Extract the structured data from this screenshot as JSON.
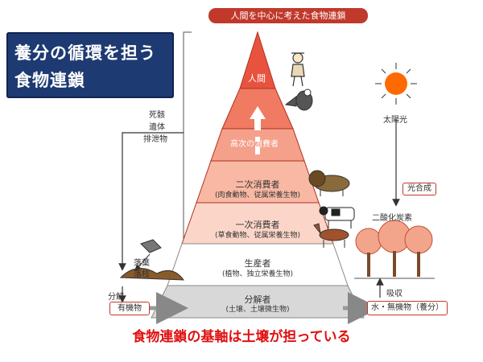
{
  "title_box": {
    "line1": "養分の循環を担う",
    "line2": "食物連鎖"
  },
  "banner": "人間を中心に考えた食物連鎖",
  "left_labels": {
    "remains": [
      "死骸",
      "遺体",
      "排泄物"
    ],
    "litter": [
      "落葉",
      "落枝"
    ],
    "decompose": "分解",
    "organic": "有機物"
  },
  "pyramid": {
    "top": "人間",
    "higher": "高次の消費者",
    "secondary": {
      "title": "二次消費者",
      "sub": "(肉食動物、従属栄養生物)"
    },
    "primary": {
      "title": "一次消費者",
      "sub": "(草食動物、従属栄養生物)"
    },
    "producer": {
      "title": "生産者",
      "sub": "(植物、独立栄養生物)"
    },
    "decomposer": {
      "title": "分解者",
      "sub": "(土壌、土壌微生物)"
    }
  },
  "right_labels": {
    "sunlight": "太陽光",
    "photosynthesis": "光合成",
    "co2": "二酸化炭素",
    "absorb": "吸収",
    "nutrients": "水・無機物（養分）"
  },
  "caption": "食物連鎖の基軸は土壌が担っている",
  "colors": {
    "top": "#e8533f",
    "tier2": "#f07a62",
    "tier3": "#f5a08a",
    "tier4": "#f8c3b2",
    "tier5": "#fbe0d6",
    "base": "#d8d8d8",
    "navy": "#1d3a72",
    "caption": "#e01010"
  }
}
